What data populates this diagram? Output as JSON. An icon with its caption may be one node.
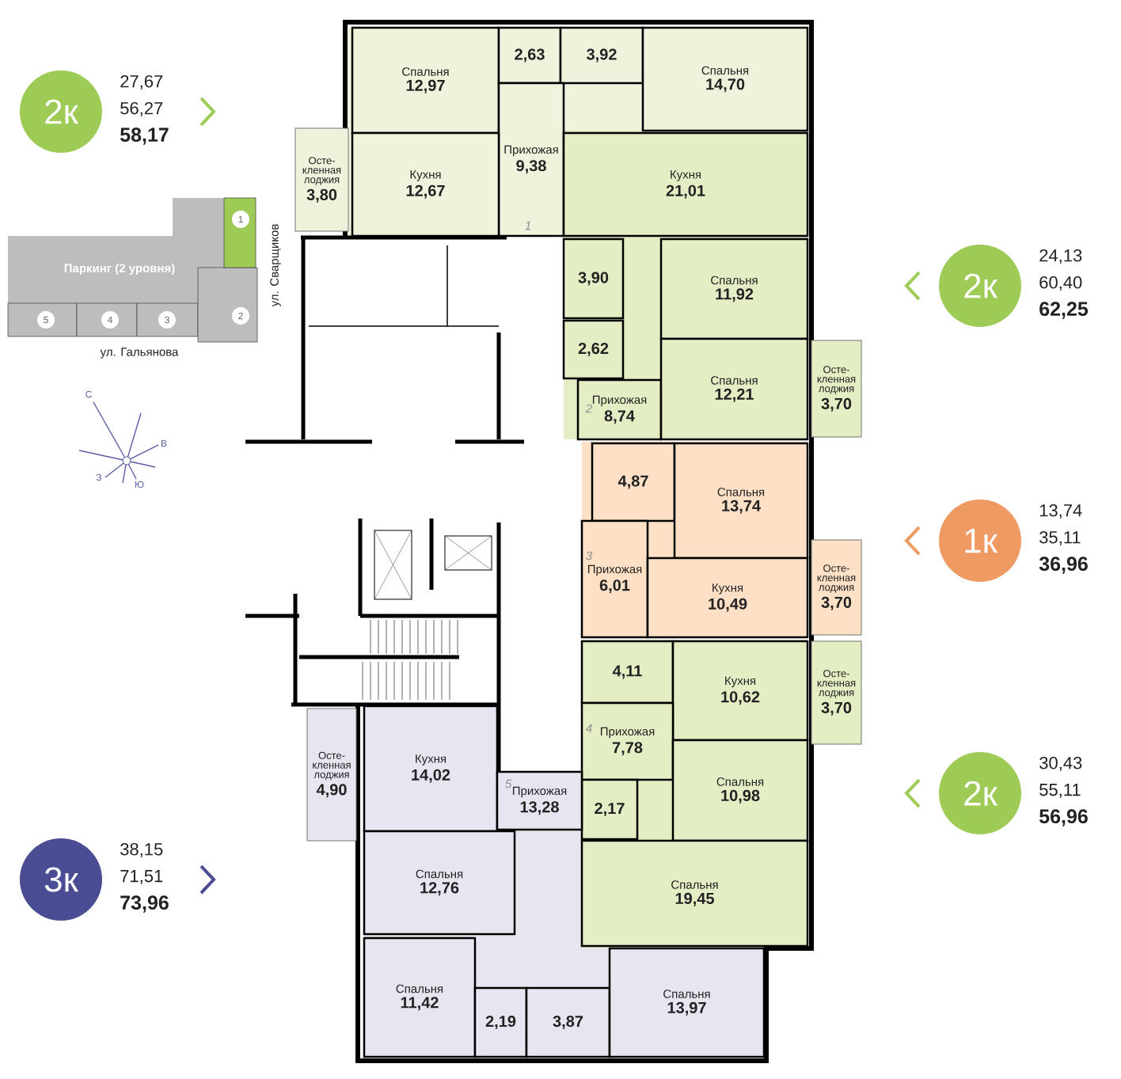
{
  "diagram": {
    "nodes": [
      {
        "text": [
          "2к"
        ],
        "beside": [
          "27,67",
          "56,27",
          "58,17"
        ]
      },
      {
        "text": [
          "Спальня",
          "12,97"
        ]
      },
      {
        "text": [
          "2,63"
        ]
      },
      {
        "text": [
          "3,92"
        ]
      },
      {
        "text": [
          "Спальня",
          "14,70"
        ]
      },
      {
        "text": [
          "Прихожая",
          "9,38"
        ]
      },
      {
        "text": [
          "Осте- кленная лоджия",
          "3,80"
        ]
      },
      {
        "text": [
          "Кухня",
          "12,67"
        ]
      },
      {
        "text": [
          "Паркинг (2 уровня)"
        ]
      },
      {
        "text": [
          "1"
        ]
      },
      {
        "text": [
          "2"
        ]
      },
      {
        "text": [
          "5"
        ]
      },
      {
        "text": [
          "4"
        ]
      },
      {
        "text": [
          "3"
        ]
      },
      {
        "text": [
          "Кухня",
          "21,01"
        ]
      },
      {
        "text": [
          "2к"
        ],
        "beside": [
          "24,13",
          "60,40",
          "62,25"
        ]
      },
      {
        "text": [
          "3,90"
        ]
      },
      {
        "text": [
          "Спальня",
          "11,92"
        ]
      },
      {
        "text": [
          "2,62"
        ]
      },
      {
        "text": [
          "Прихожая",
          "8,74"
        ]
      },
      {
        "text": [
          "Спальня",
          "12,21"
        ]
      },
      {
        "text": [
          "Осте- кленная лоджия",
          "3,70"
        ]
      },
      {
        "text": [
          "4,87"
        ]
      },
      {
        "text": [
          "Спальня",
          "13,74"
        ]
      },
      {
        "text": [
          "1к"
        ],
        "beside": [
          "13,74",
          "35,11",
          "36,96"
        ]
      },
      {
        "text": [
          "Прихожая",
          "6,01"
        ]
      },
      {
        "text": [
          "Кухня",
          "10,49"
        ]
      },
      {
        "text": [
          "Осте- кленная лоджия",
          "3,70"
        ]
      },
      {
        "text": [
          "4,11"
        ]
      },
      {
        "text": [
          "Кухня",
          "10,62"
        ]
      },
      {
        "text": [
          "Осте- кленная лоджия",
          "3,70"
        ]
      },
      {
        "text": [
          "Прихожая",
          "7,78"
        ]
      },
      {
        "text": [
          "Кухня",
          "14,02"
        ]
      },
      {
        "text": [
          "Осте- кленная лоджия",
          "4,90"
        ]
      },
      {
        "text": [
          "2к"
        ],
        "beside": [
          "30,43",
          "55,11",
          "56,96"
        ]
      },
      {
        "text": [
          "Спальня",
          "10,98"
        ]
      },
      {
        "text": [
          "2,17"
        ]
      },
      {
        "text": [
          "Прихожая",
          "13,28"
        ]
      },
      {
        "text": [
          "Спальня",
          "12,76"
        ]
      },
      {
        "text": [
          "Спальня",
          "19,45"
        ]
      },
      {
        "text": [
          "3к"
        ],
        "beside": [
          "38,15",
          "71,51",
          "73,96"
        ]
      },
      {
        "text": [
          "Спальня",
          "11,42"
        ]
      },
      {
        "text": [
          "2,19"
        ]
      },
      {
        "text": [
          "3,87"
        ]
      },
      {
        "text": [
          "Спальня",
          "13,97"
        ]
      }
    ],
    "labels": [
      "ул. Сварщиков",
      "ул. Гальянова",
      "С",
      "В",
      "З",
      "Ю",
      "1",
      "2",
      "3",
      "4",
      "5"
    ]
  }
}
